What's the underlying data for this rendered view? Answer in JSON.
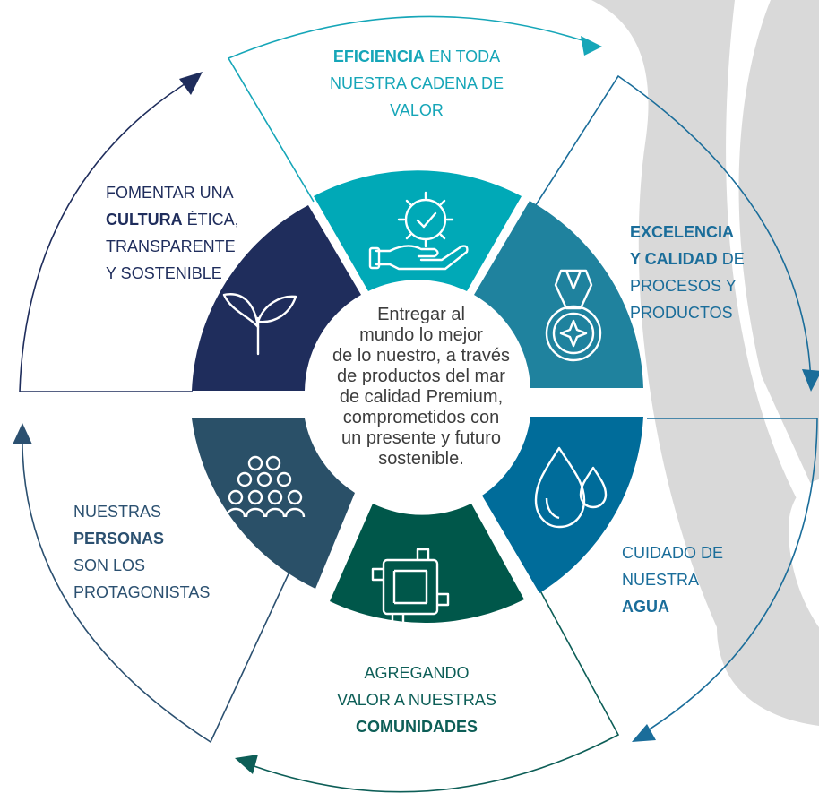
{
  "colors": {
    "teal_light": "#00a9b7",
    "teal_mid": "#1f829e",
    "blue": "#006c9a",
    "green_dark": "#00574a",
    "slate": "#2a5068",
    "navy": "#1f2d5c",
    "outline_teal": "#16a6b8",
    "outline_blue": "#1a6d9a",
    "outline_navy": "#1f2d5c",
    "outline_green": "#0d5e57",
    "outline_slate": "#2b5070",
    "background_shape": "#d9d9d9",
    "center_text": "#3d3d3d"
  },
  "center": {
    "lines": [
      "Entregar al",
      "mundo lo mejor",
      "de lo nuestro, a través",
      "de productos del mar",
      "de calidad Premium,",
      "comprometidos con",
      "un presente y futuro",
      "sostenible."
    ]
  },
  "segments": {
    "eficiencia": {
      "icon": "gear-check-hand-icon",
      "line1_bold": "EFICIENCIA",
      "line1_rest": " EN TODA",
      "line2": "NUESTRA CADENA DE",
      "line3": "VALOR"
    },
    "excelencia": {
      "icon": "medal-icon",
      "line1_bold": "EXCELENCIA",
      "line2_bold": "Y CALIDAD",
      "line2_rest": " DE",
      "line3": "PROCESOS Y",
      "line4": "PRODUCTOS"
    },
    "agua": {
      "icon": "water-drops-icon",
      "line1": "CUIDADO DE",
      "line2": "NUESTRA",
      "line3_bold": "AGUA"
    },
    "comunidades": {
      "icon": "joined-hands-icon",
      "line1": "AGREGANDO",
      "line2": "VALOR A NUESTRAS",
      "line3_bold": "COMUNIDADES"
    },
    "personas": {
      "icon": "people-group-icon",
      "line1": "NUESTRAS",
      "line2_bold": "PERSONAS",
      "line3": "SON LOS",
      "line4": "PROTAGONISTAS"
    },
    "cultura": {
      "icon": "sprout-icon",
      "line1": "FOMENTAR UNA",
      "line2_bold": "CULTURA",
      "line2_rest": " ÉTICA,",
      "line3": "TRANSPARENTE",
      "line4": "Y SOSTENIBLE"
    }
  }
}
